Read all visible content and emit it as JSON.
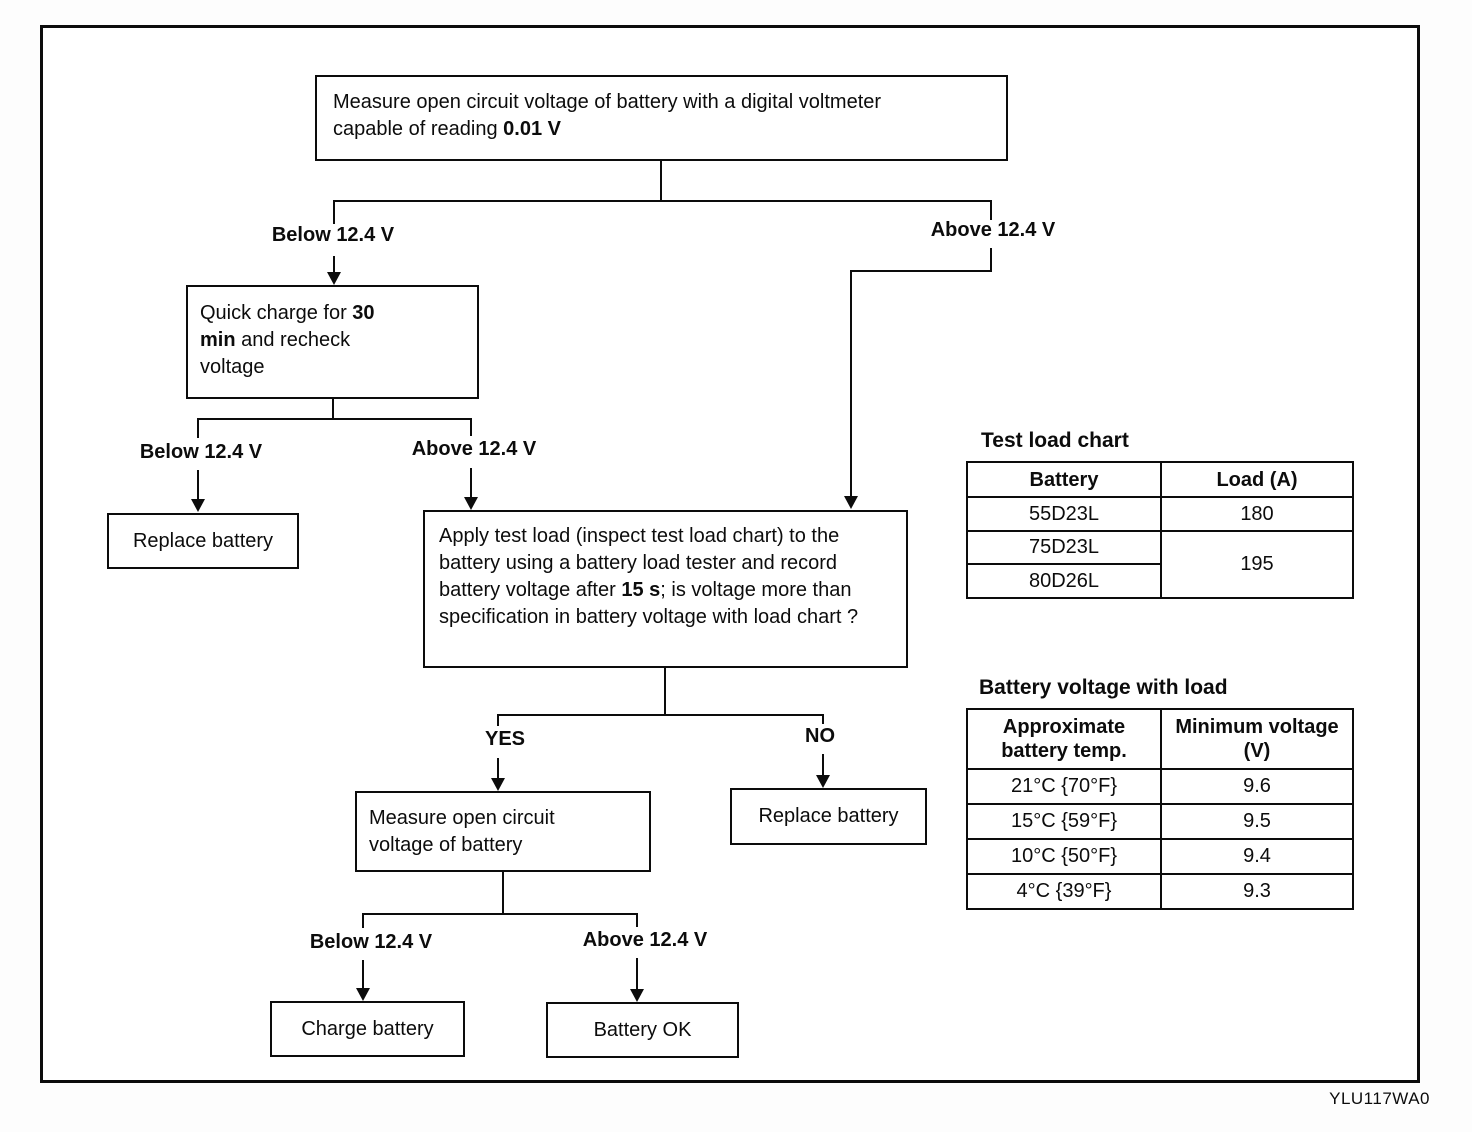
{
  "figure": {
    "code": "YLU117WA0"
  },
  "labels": {
    "below": "Below 12.4 V",
    "above": "Above 12.4 V",
    "yes": "YES",
    "no": "NO"
  },
  "nodes": {
    "start": {
      "line1": "Measure open circuit voltage of battery with a digital voltmeter",
      "line2_pre": "capable of reading ",
      "line2_bold": "0.01 V"
    },
    "quick_charge": {
      "l1_pre": "Quick charge for ",
      "l1_bold": "30",
      "l2_bold": "min",
      "l2_post": " and recheck",
      "l3": "voltage"
    },
    "replace_battery": "Replace battery",
    "apply_load": {
      "pre": "Apply test load (inspect test load chart) to the battery using a battery load tester and record battery voltage after ",
      "bold": "15 s",
      "post": "; is voltage more than specification in battery voltage with load chart ?"
    },
    "measure_ocv": {
      "l1": "Measure open circuit",
      "l2": "voltage of battery"
    },
    "charge_battery": "Charge battery",
    "battery_ok": "Battery OK"
  },
  "test_load_chart": {
    "title": "Test load chart",
    "headers": {
      "battery": "Battery",
      "load": "Load (A)"
    },
    "rows": [
      {
        "battery": "55D23L",
        "load": "180"
      },
      {
        "battery": "75D23L",
        "load": "195"
      },
      {
        "battery": "80D26L"
      }
    ]
  },
  "battery_voltage_with_load": {
    "title": "Battery voltage with load",
    "headers": {
      "temp": "Approximate battery temp.",
      "voltage": "Minimum voltage (V)"
    },
    "rows": [
      {
        "temp": "21°C {70°F}",
        "voltage": "9.6"
      },
      {
        "temp": "15°C {59°F}",
        "voltage": "9.5"
      },
      {
        "temp": "10°C {50°F}",
        "voltage": "9.4"
      },
      {
        "temp": "4°C {39°F}",
        "voltage": "9.3"
      }
    ]
  }
}
